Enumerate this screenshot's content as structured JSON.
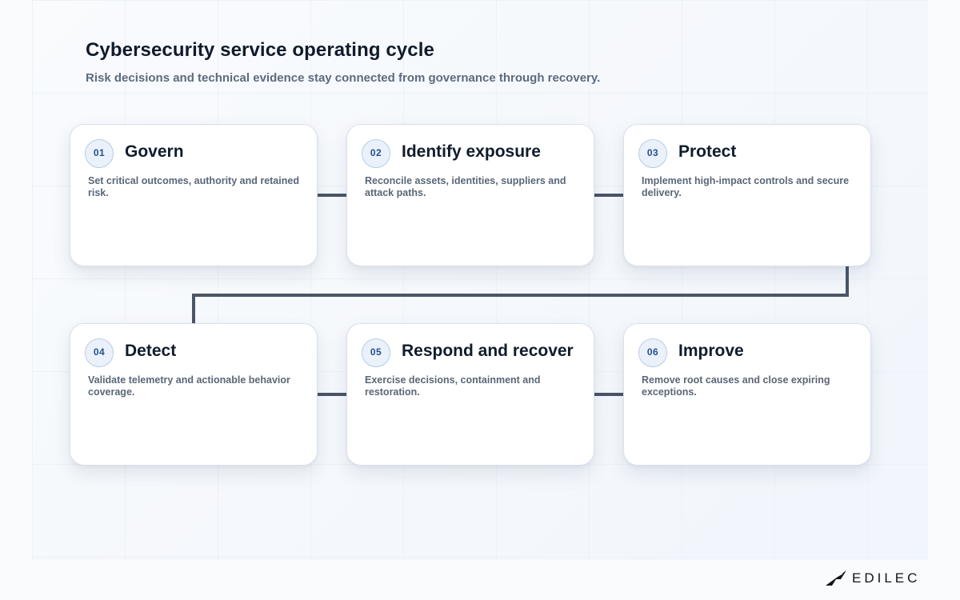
{
  "header": {
    "title": "Cybersecurity service operating cycle",
    "subtitle": "Risk decisions and technical evidence stay connected from governance through recovery."
  },
  "steps": [
    {
      "number": "01",
      "title": "Govern",
      "description": "Set critical outcomes, authority and retained risk."
    },
    {
      "number": "02",
      "title": "Identify exposure",
      "description": "Reconcile assets, identities, suppliers and attack paths."
    },
    {
      "number": "03",
      "title": "Protect",
      "description": "Implement high-impact controls and secure delivery."
    },
    {
      "number": "04",
      "title": "Detect",
      "description": "Validate telemetry and actionable behavior coverage."
    },
    {
      "number": "05",
      "title": "Respond and recover",
      "description": "Exercise decisions, containment and restoration."
    },
    {
      "number": "06",
      "title": "Improve",
      "description": "Remove root causes and close expiring exceptions."
    }
  ],
  "brand": {
    "name": "EDILEC",
    "logo_icon": "wing-logo-icon"
  },
  "colors": {
    "connector": "#4a5568",
    "badge_text": "#24518f",
    "title_text": "#101c2c"
  }
}
